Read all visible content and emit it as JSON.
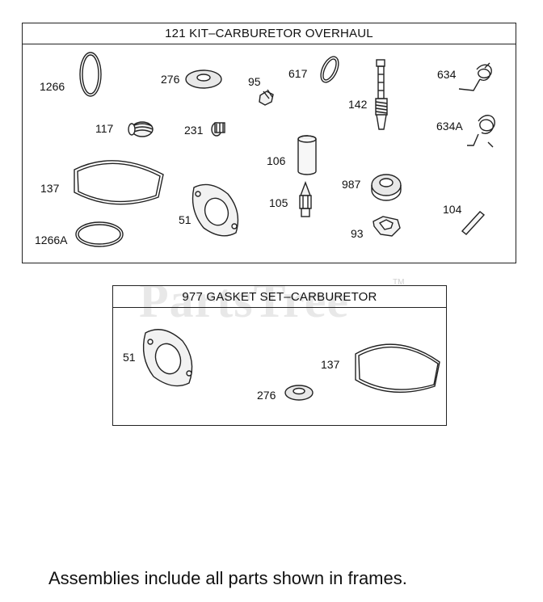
{
  "kit": {
    "title": "121 KIT–CARBURETOR OVERHAUL",
    "labels": {
      "p1266": "1266",
      "p276": "276",
      "p95": "95",
      "p617": "617",
      "p142": "142",
      "p634": "634",
      "p117": "117",
      "p231": "231",
      "p634a": "634A",
      "p106": "106",
      "p137": "137",
      "p987": "987",
      "p51": "51",
      "p105": "105",
      "p104": "104",
      "p93": "93",
      "p1266a": "1266A"
    }
  },
  "gasket_set": {
    "title": "977 GASKET SET–CARBURETOR",
    "labels": {
      "p51": "51",
      "p137": "137",
      "p276": "276"
    }
  },
  "watermark": {
    "text": "PartsTree",
    "tm": "TM"
  },
  "footnote": "Assemblies include all parts shown in frames."
}
